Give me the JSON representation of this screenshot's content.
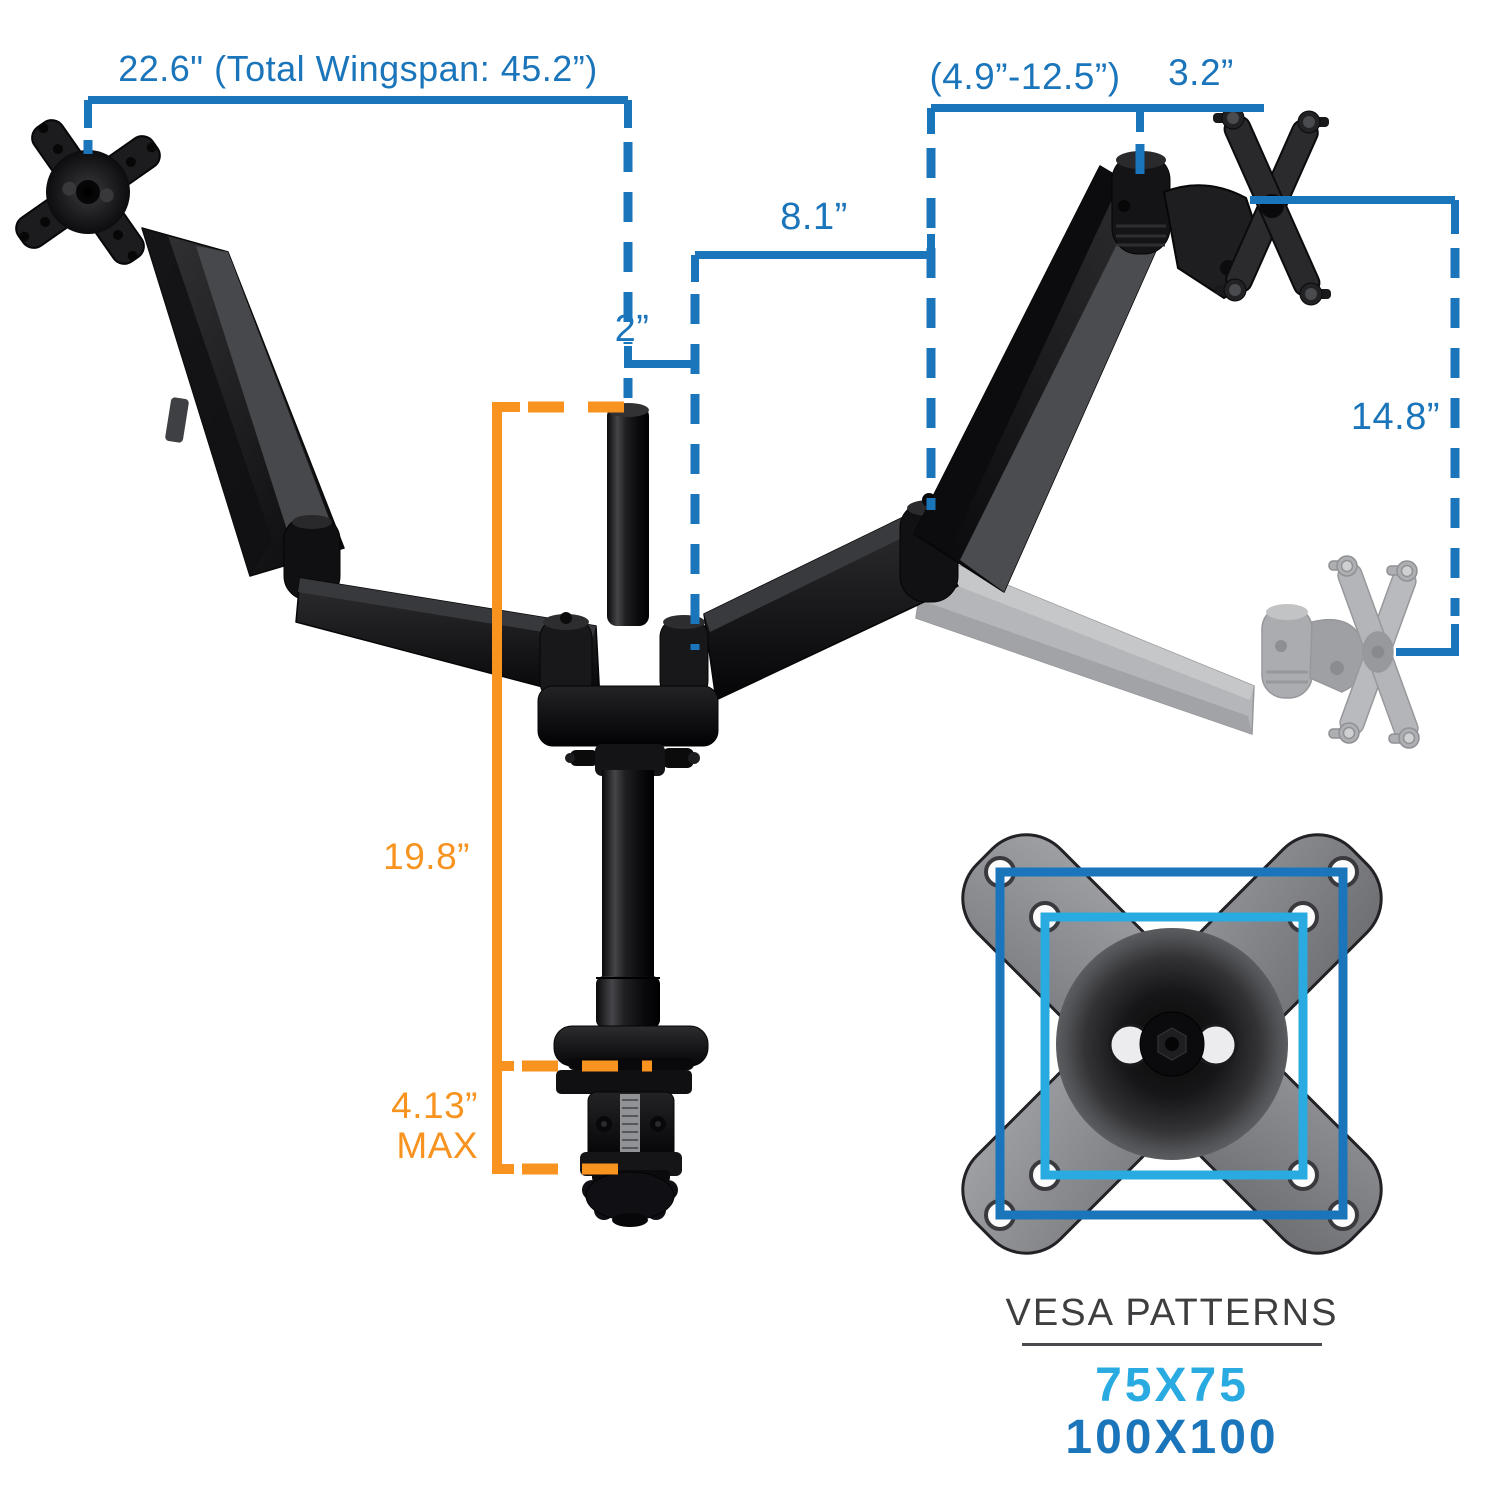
{
  "colors": {
    "dimension_blue": "#1B75BB",
    "vesa_light_blue": "#29ABE2",
    "dimension_orange": "#F7931E",
    "heading_gray": "#3E3E40"
  },
  "dims": {
    "wingspan": "22.6\" (Total Wingspan: 45.2”)",
    "reach_range": "(4.9”-12.5”)",
    "plate_depth": "3.2”",
    "arm_offset": "8.1”",
    "pole_top_offset": "2”",
    "height_adjust": "14.8”",
    "pole_height": "19.8”",
    "clamp_line1": "4.13”",
    "clamp_line2": "MAX"
  },
  "vesa": {
    "title": "VESA PATTERNS",
    "pattern_small": "75X75",
    "pattern_large": "100X100"
  }
}
